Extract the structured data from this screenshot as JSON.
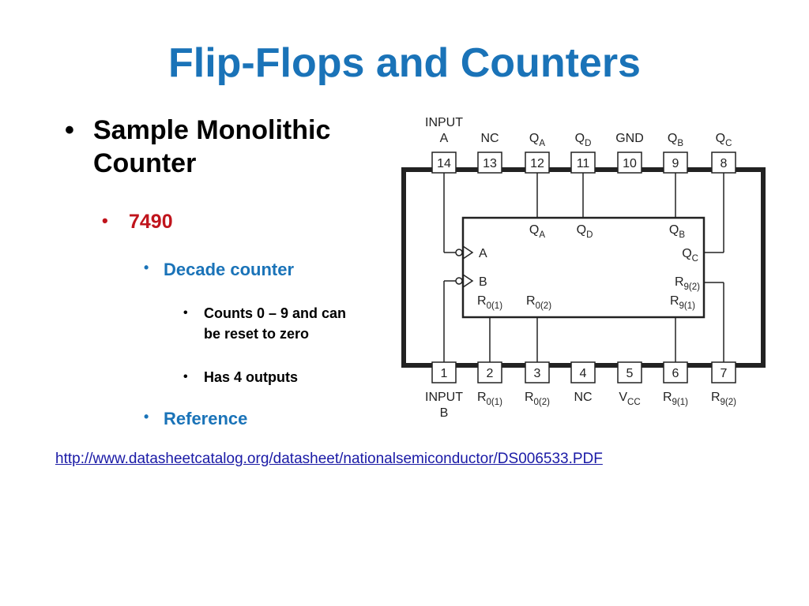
{
  "slide": {
    "title": "Flip-Flops and Counters",
    "bullets": {
      "level1": [
        "Sample Monolithic",
        "Counter"
      ],
      "level2": "7490",
      "level3a": "Decade counter",
      "level4a": [
        "Counts 0 – 9 and can",
        "be reset to zero"
      ],
      "level4b": "Has 4 outputs",
      "level3b": "Reference"
    },
    "bullet_glyph": "•",
    "link": "http://www.datasheetcatalog.org/datasheet/nationalsemiconductor/DS006533.PDF",
    "colors": {
      "title": "#1a73b8",
      "level2": "#c0141c",
      "level3": "#1a73b8",
      "link": "#1a1aa6"
    }
  },
  "chip": {
    "top_pins": [
      {
        "num": "14",
        "label": "INPUT",
        "label2": "A"
      },
      {
        "num": "13",
        "label": "NC"
      },
      {
        "num": "12",
        "label": "Q",
        "sub": "A"
      },
      {
        "num": "11",
        "label": "Q",
        "sub": "D"
      },
      {
        "num": "10",
        "label": "GND"
      },
      {
        "num": "9",
        "label": "Q",
        "sub": "B"
      },
      {
        "num": "8",
        "label": "Q",
        "sub": "C"
      }
    ],
    "bottom_pins": [
      {
        "num": "1",
        "label": "INPUT",
        "label2": "B"
      },
      {
        "num": "2",
        "label": "R",
        "sub": "0(1)"
      },
      {
        "num": "3",
        "label": "R",
        "sub": "0(2)"
      },
      {
        "num": "4",
        "label": "NC"
      },
      {
        "num": "5",
        "label": "V",
        "sub": "CC"
      },
      {
        "num": "6",
        "label": "R",
        "sub": "9(1)"
      },
      {
        "num": "7",
        "label": "R",
        "sub": "9(2)"
      }
    ],
    "inner": {
      "qa": {
        "label": "Q",
        "sub": "A"
      },
      "qd": {
        "label": "Q",
        "sub": "D"
      },
      "qb": {
        "label": "Q",
        "sub": "B"
      },
      "qc": {
        "label": "Q",
        "sub": "C"
      },
      "a": "A",
      "b": "B",
      "r01": {
        "label": "R",
        "sub": "0(1)"
      },
      "r02": {
        "label": "R",
        "sub": "0(2)"
      },
      "r92": {
        "label": "R",
        "sub": "9(2)"
      },
      "r91": {
        "label": "R",
        "sub": "9(1)"
      }
    }
  }
}
